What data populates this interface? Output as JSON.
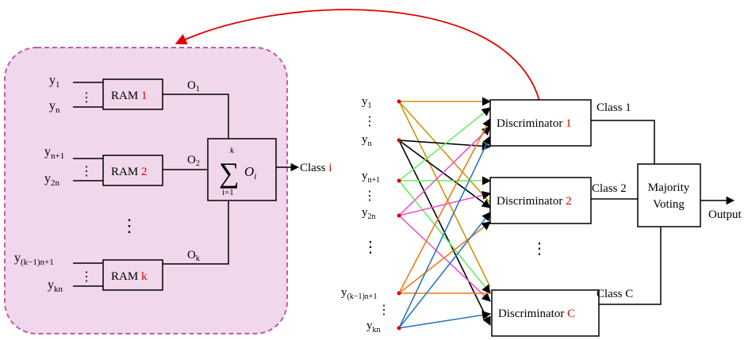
{
  "colors": {
    "panel_fill": "#f1d7ec",
    "panel_border": "#c05ab0",
    "feedback_arrow": "#e00000",
    "highlight_text": "#e00000",
    "wire_y1": "#c8960a",
    "wire_yn": "#000000",
    "wire_yn1": "#66ee66",
    "wire_y2n": "#ee55cc",
    "wire_ykn1": "#f07a1a",
    "wire_ykn": "#2a78c0"
  },
  "left_panel": {
    "rams": [
      {
        "label": "RAM ",
        "index": "1",
        "in_top": "y",
        "in_top_sub": "1",
        "in_bot": "y",
        "in_bot_sub": "n",
        "output": "O",
        "output_sub": "1"
      },
      {
        "label": "RAM ",
        "index": "2",
        "in_top": "y",
        "in_top_sub": "n+1",
        "in_bot": "y",
        "in_bot_sub": "2n",
        "output": "O",
        "output_sub": "2"
      },
      {
        "label": "RAM ",
        "index": "k",
        "in_top": "y",
        "in_top_sub": "(k−1)n+1",
        "in_bot": "y",
        "in_bot_sub": "kn",
        "output": "O",
        "output_sub": "k"
      }
    ],
    "sum": {
      "symbol": "∑",
      "upper": "k",
      "lower": "i=1",
      "term": "O",
      "term_sub": "i"
    },
    "output_label": "Class ",
    "output_index": "i",
    "dots": "⋮"
  },
  "right_panel": {
    "inputs": [
      {
        "main": "y",
        "sub": "1"
      },
      {
        "main": "y",
        "sub": "n"
      },
      {
        "main": "y",
        "sub": "n+1"
      },
      {
        "main": "y",
        "sub": "2n"
      },
      {
        "main": "y",
        "sub": "(k−1)n+1"
      },
      {
        "main": "y",
        "sub": "kn"
      }
    ],
    "discriminators": [
      {
        "label": "Discriminator ",
        "index": "1",
        "class_label": "Class 1"
      },
      {
        "label": "Discriminator ",
        "index": "2",
        "class_label": "Class 2"
      },
      {
        "label": "Discriminator ",
        "index": "C",
        "class_label": "Class C"
      }
    ],
    "voting": {
      "line1": "Majority",
      "line2": "Voting"
    },
    "output_label": "Output"
  }
}
